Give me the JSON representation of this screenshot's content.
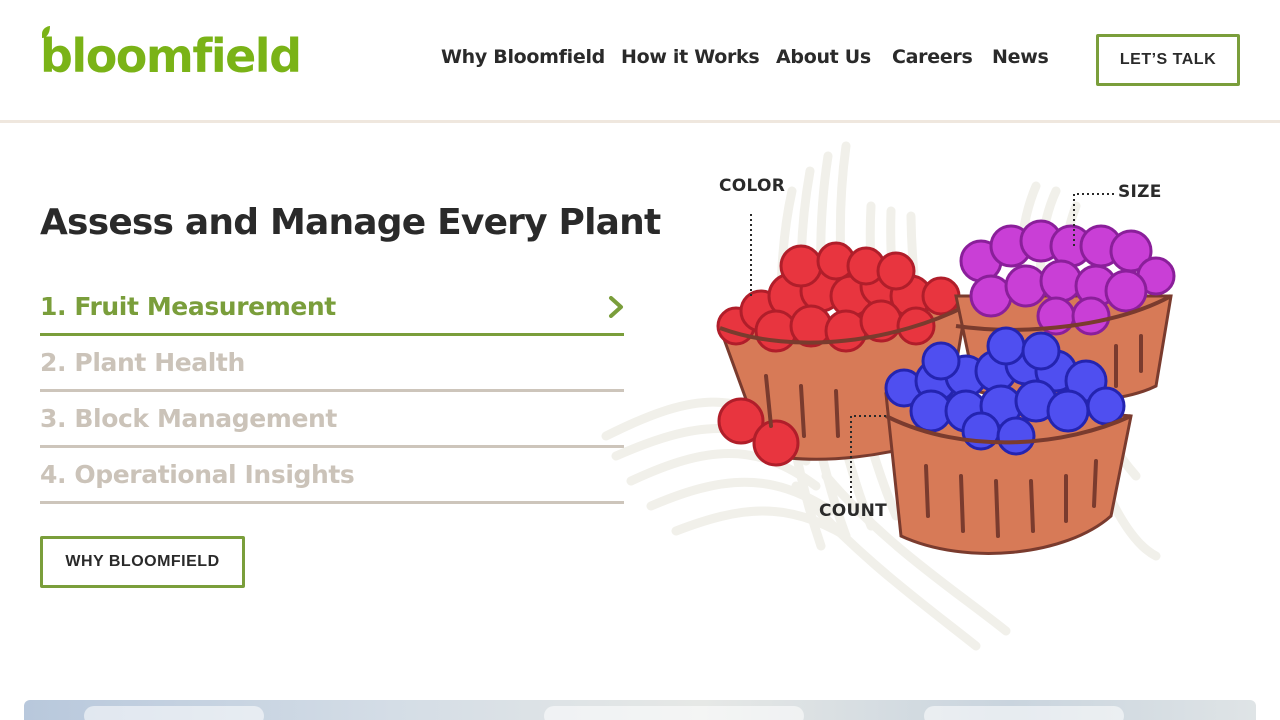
{
  "brand": {
    "name": "bloomfield",
    "color": "#7ab317",
    "accent": "#7a9e3b"
  },
  "nav": {
    "items": [
      {
        "label": "Why Bloomfield"
      },
      {
        "label": "How it Works"
      },
      {
        "label": "About Us"
      },
      {
        "label": "Careers"
      },
      {
        "label": "News"
      }
    ],
    "cta_label": "LET’S TALK"
  },
  "hero": {
    "title": "Assess and Manage Every Plant",
    "features": [
      {
        "label": "1. Fruit Measurement",
        "active": true
      },
      {
        "label": "2. Plant Health",
        "active": false
      },
      {
        "label": "3. Block Management",
        "active": false
      },
      {
        "label": "4. Operational Insights",
        "active": false
      }
    ],
    "cta_label": "WHY BLOOMFIELD"
  },
  "illustration": {
    "callouts": {
      "color": "COLOR",
      "size": "SIZE",
      "count": "COUNT"
    },
    "colors": {
      "red_berries": "#e8353f",
      "purple_berries": "#c93fd6",
      "blue_berries": "#4f4ff0",
      "basket": "#d77a57",
      "basket_outline": "#7a3b2e",
      "swirl": "#f1f0ea"
    }
  },
  "icons": {
    "feature_chevron": "chevron-right-icon",
    "logo_leaf": "leaf-icon"
  }
}
